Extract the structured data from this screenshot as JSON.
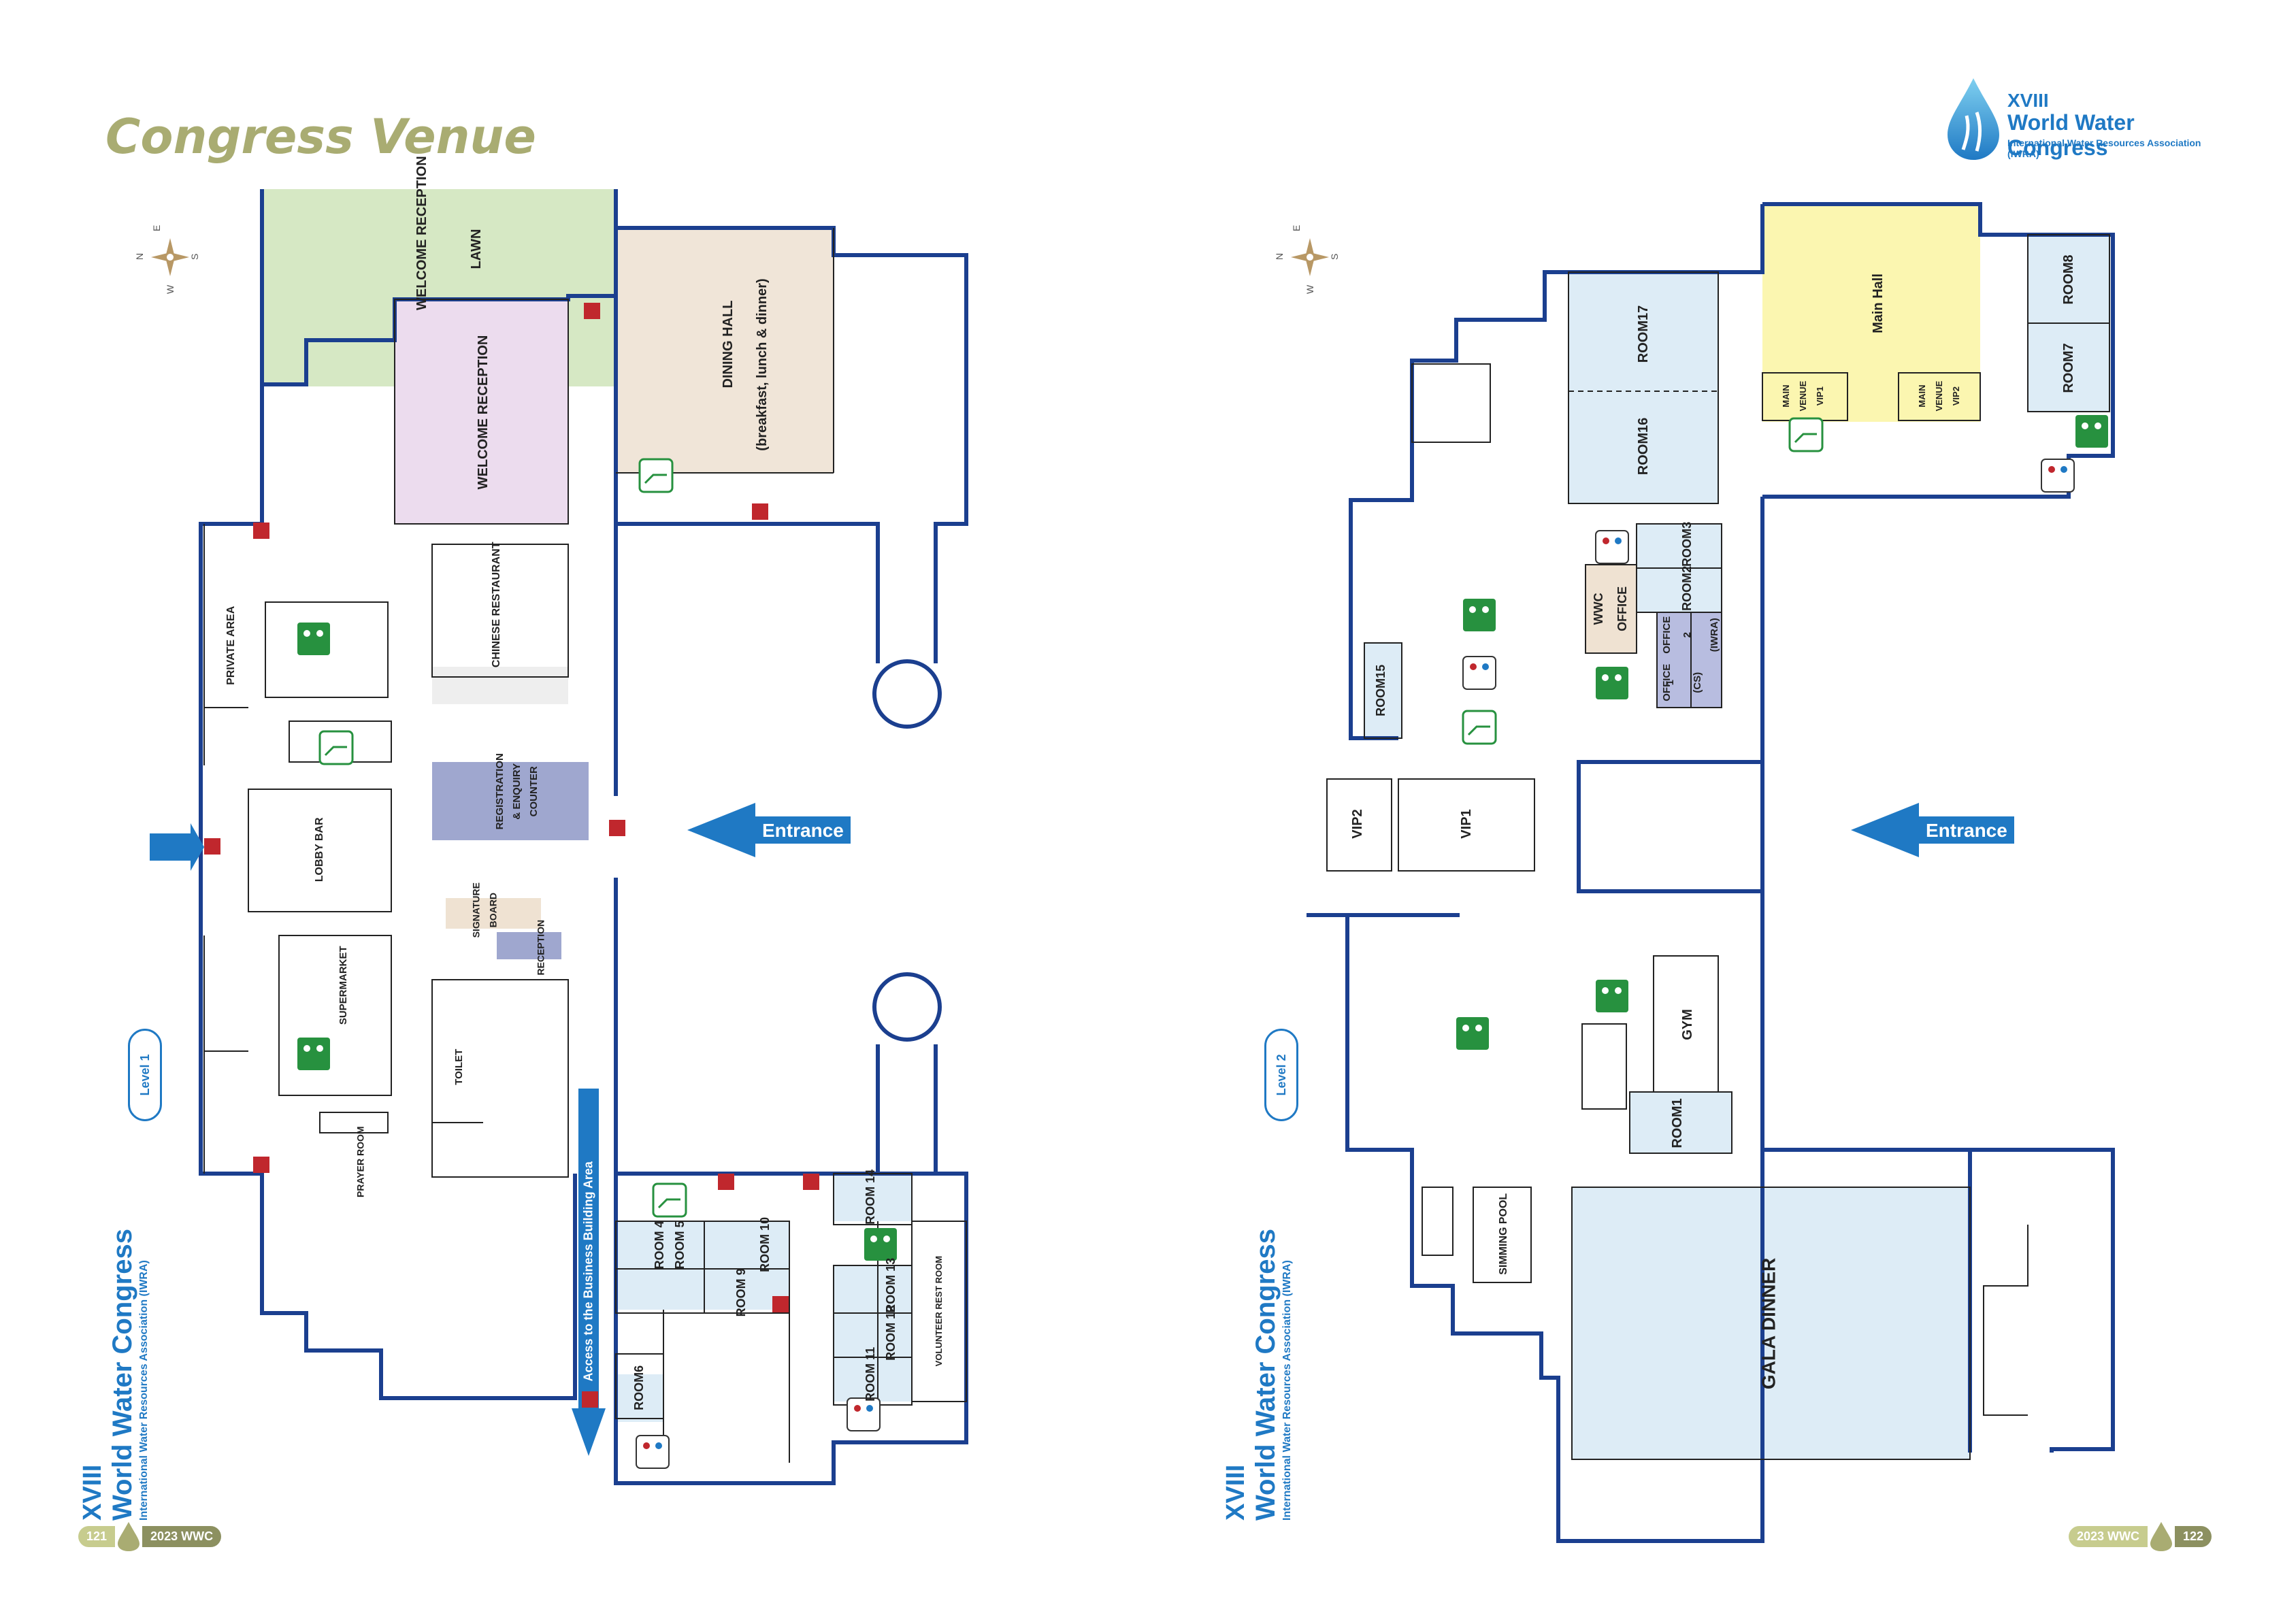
{
  "page_title": "Congress Venue",
  "brand": {
    "roman": "XVIII",
    "name": "World Water Congress",
    "org": "International Water Resources Association (IWRA)"
  },
  "level_1": {
    "level_tag": "Level 1",
    "rooms": {
      "welcome_reception_lawn_a": "WELCOME RECEPTION",
      "lawn": "LAWN",
      "welcome_reception": "WELCOME RECEPTION",
      "dining_hall": "DINING HALL",
      "dining_hall_sub": "(breakfast, lunch & dinner)",
      "chinese_restaurant": "CHINESE RESTAURANT",
      "private_area": "PRIVATE AREA",
      "lobby_bar": "LOBBY BAR",
      "registration_1": "REGISTRATION",
      "registration_2": "& ENQUIRY",
      "registration_3": "COUNTER",
      "signature_board_1": "SIGNATURE",
      "signature_board_2": "BOARD",
      "reception": "RECEPTION",
      "supermarket": "SUPERMARKET",
      "toilet": "TOILET",
      "prayer_room": "PRAYER ROOM",
      "room4": "ROOM 4",
      "room5": "ROOM 5",
      "room9": "ROOM 9",
      "room10": "ROOM 10",
      "room14": "ROOM 14",
      "room13": "ROOM 13",
      "room12": "ROOM 12",
      "room11": "ROOM 11",
      "room6": "ROOM6",
      "volunteer_rest_room": "VOLUNTEER REST ROOM"
    },
    "entrance": "Entrance",
    "access": "Access to the Business Building Area"
  },
  "level_2": {
    "level_tag": "Level 2",
    "rooms": {
      "room17": "ROOM17",
      "room16": "ROOM16",
      "main_hall": "Main Hall",
      "main_venue_vip1_a": "MAIN",
      "main_venue_vip1_b": "VENUE",
      "main_venue_vip1_c": "VIP1",
      "main_venue_vip2_a": "MAIN",
      "main_venue_vip2_b": "VENUE",
      "main_venue_vip2_c": "VIP2",
      "room8": "ROOM8",
      "room7": "ROOM7",
      "room3": "ROOM3",
      "room2": "ROOM2",
      "wwc_office_a": "WWC",
      "wwc_office_b": "OFFICE",
      "office1_a": "OFFICE",
      "office1_b": "1",
      "office1_c": "(CS)",
      "office2_a": "OFFICE",
      "office2_b": "2",
      "office2_c": "(IWRA)",
      "room15": "ROOM15",
      "vip2": "VIP2",
      "vip1": "VIP1",
      "gym": "GYM",
      "room1": "ROOM1",
      "swimming_pool": "SIMMING POOL",
      "gala_dinner": "GALA DINNER"
    },
    "entrance": "Entrance"
  },
  "compass": {
    "n": "N",
    "e": "E",
    "s": "S",
    "w": "W"
  },
  "footer_left": {
    "page": "121",
    "label": "2023 WWC"
  },
  "footer_right": {
    "page": "122",
    "label": "2023 WWC"
  },
  "colors": {
    "wall": "#1b3f8f",
    "lawn": "#d6e8c4",
    "reception": "#ecdcee",
    "dining": "#f0e5d8",
    "registration": "#9fa7cf",
    "room": "#ddecf6",
    "mainhall": "#fbf6b0",
    "office": "#b8bde0",
    "wwc_office": "#efe2d2",
    "title": "#a9ac72",
    "brand": "#1f79c4",
    "icon_green": "#27913f",
    "icon_red": "#c0272d"
  }
}
